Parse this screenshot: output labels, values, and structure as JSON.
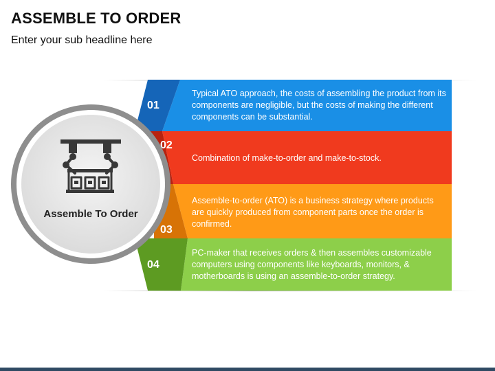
{
  "header": {
    "title": "ASSEMBLE TO ORDER",
    "subtitle": "Enter your sub headline here"
  },
  "center": {
    "label": "Assemble To Order",
    "icon": "robotic-assembly-line-icon"
  },
  "steps": [
    {
      "number": "01",
      "text": "Typical ATO approach, the costs of assembling the product from its components are negligible, but the costs of making the different components can be substantial.",
      "color": "#1a8fe6",
      "tab_color": "#1565b8"
    },
    {
      "number": "02",
      "text": "Combination of make-to-order and make-to-stock.",
      "color": "#f03a1e",
      "tab_color": "#b8220f"
    },
    {
      "number": "03",
      "text": "Assemble-to-order (ATO) is a business strategy where products are quickly produced from component parts once the order is confirmed.",
      "color": "#ff9a17",
      "tab_color": "#d77306"
    },
    {
      "number": "04",
      "text": "PC-maker that receives orders & then assembles customizable computers using components like keyboards, monitors, & motherboards is using an assemble-to-order strategy.",
      "color": "#8dcf4a",
      "tab_color": "#5d9b22"
    }
  ]
}
